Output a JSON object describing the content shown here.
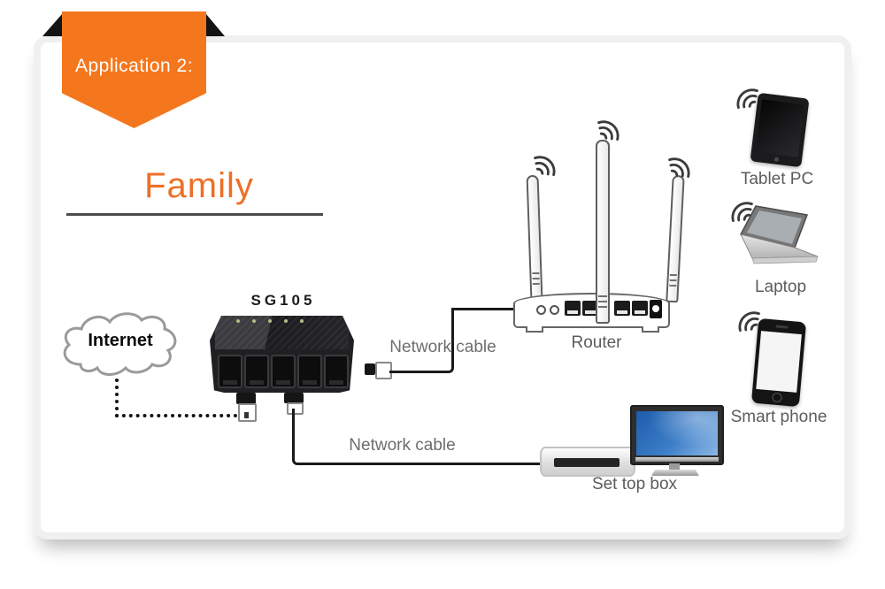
{
  "banner": {
    "title": "Application 2:"
  },
  "heading": {
    "title": "Family"
  },
  "devices": {
    "internet": "Internet",
    "switch": "SG105",
    "router": "Router",
    "tablet": "Tablet PC",
    "laptop": "Laptop",
    "smartphone": "Smart phone",
    "settopbox": "Set top box"
  },
  "cables": {
    "to_router": "Network cable",
    "to_settopbox": "Network cable"
  },
  "colors": {
    "ribbon_orange": "#F5771D",
    "heading_orange": "#EE6F26",
    "label_gray": "#5C5C5C",
    "cable_black": "#1A1A1A",
    "tv_screen_blue": "#3C7EC8"
  }
}
